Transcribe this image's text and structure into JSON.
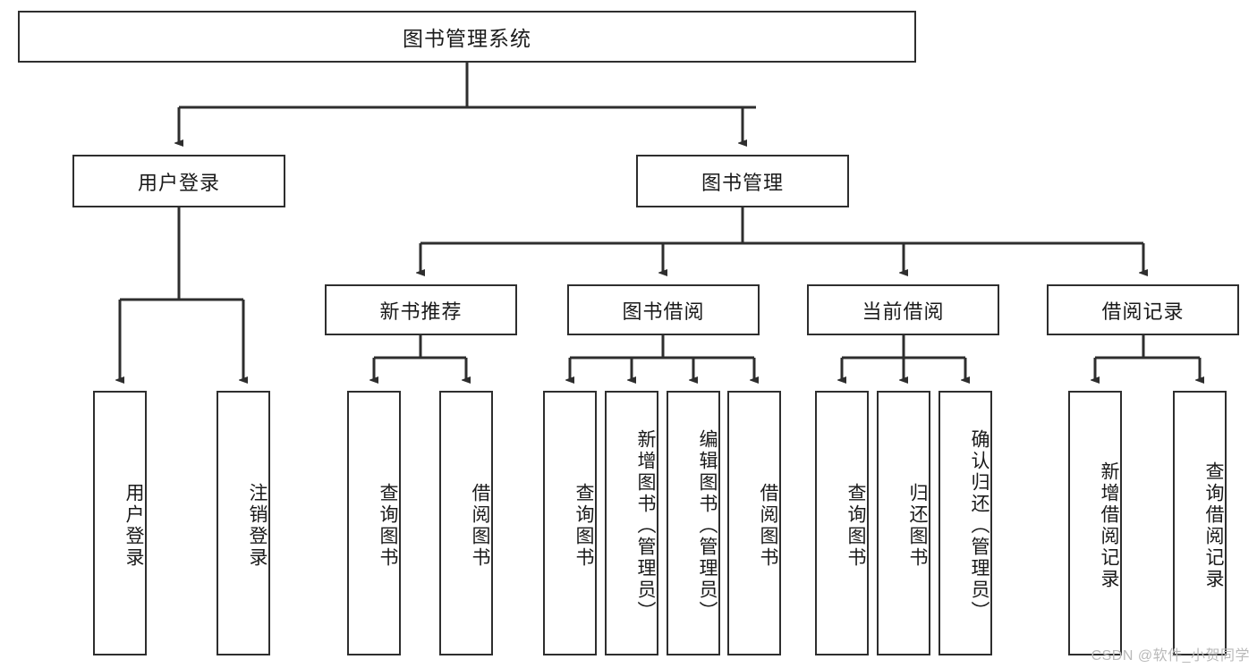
{
  "diagram": {
    "title": "图书管理系统",
    "root": {
      "label": "图书管理系统"
    },
    "level1": [
      {
        "label": "用户登录"
      },
      {
        "label": "图书管理"
      }
    ],
    "level2": [
      {
        "label": "新书推荐"
      },
      {
        "label": "图书借阅"
      },
      {
        "label": "当前借阅"
      },
      {
        "label": "借阅记录"
      }
    ],
    "leaves": {
      "user_login": [
        {
          "label": "用户登录"
        },
        {
          "label": "注销登录"
        }
      ],
      "new_book_recommend": [
        {
          "label": "查询图书"
        },
        {
          "label": "借阅图书"
        }
      ],
      "book_borrow": [
        {
          "label": "查询图书"
        },
        {
          "label": "新增图书（管理员）"
        },
        {
          "label": "编辑图书（管理员）"
        },
        {
          "label": "借阅图书"
        }
      ],
      "current_borrow": [
        {
          "label": "查询图书"
        },
        {
          "label": "归还图书"
        },
        {
          "label": "确认归还（管理员）"
        }
      ],
      "borrow_record": [
        {
          "label": "新增借阅记录"
        },
        {
          "label": "查询借阅记录"
        }
      ]
    }
  },
  "watermark": {
    "text": "CSDN @软件_小贺同学"
  },
  "colors": {
    "stroke": "#2e2e2e",
    "background": "#ffffff",
    "text": "#1a1a1a",
    "watermark": "#b9b9b9"
  }
}
